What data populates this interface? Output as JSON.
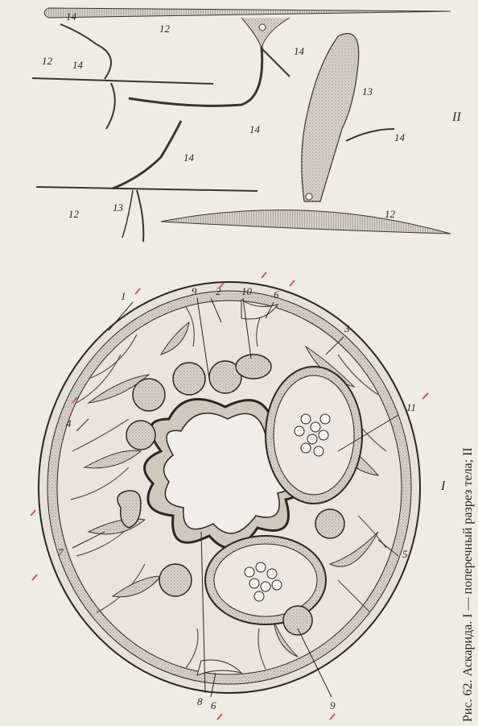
{
  "caption": "Рис. 62. Аскарида. I — поперечный разрез тела; II",
  "figure_labels": {
    "part1": "I",
    "part2": "II"
  },
  "section_labels": [
    "1",
    "2",
    "3",
    "4",
    "5",
    "6",
    "6",
    "7",
    "8",
    "9",
    "9",
    "10",
    "11"
  ],
  "detail_labels": [
    "12",
    "12",
    "12",
    "12",
    "13",
    "13",
    "14",
    "14",
    "14",
    "14",
    "14",
    "14"
  ],
  "colors": {
    "paper": "#efece4",
    "ink": "#2a2622",
    "tissue": "#b9b4aa",
    "accent": "#d9534f"
  }
}
